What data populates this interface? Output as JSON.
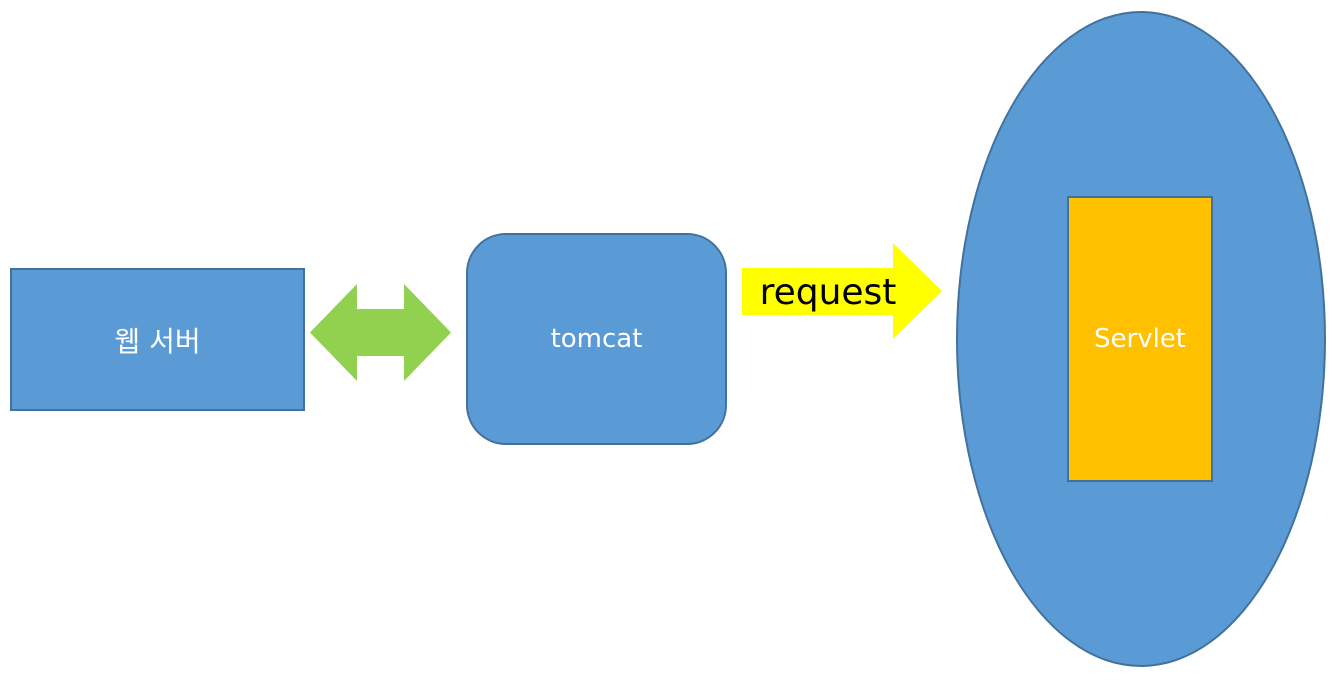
{
  "nodes": {
    "web_server": "웹 서버",
    "tomcat": "tomcat",
    "servlet": "Servlet"
  },
  "edges": {
    "request_label": "request"
  },
  "colors": {
    "box_fill": "#5b9bd5",
    "box_border": "#41719c",
    "servlet_fill": "#ffc000",
    "double_arrow": "#92d050",
    "request_arrow": "#ffff00"
  }
}
